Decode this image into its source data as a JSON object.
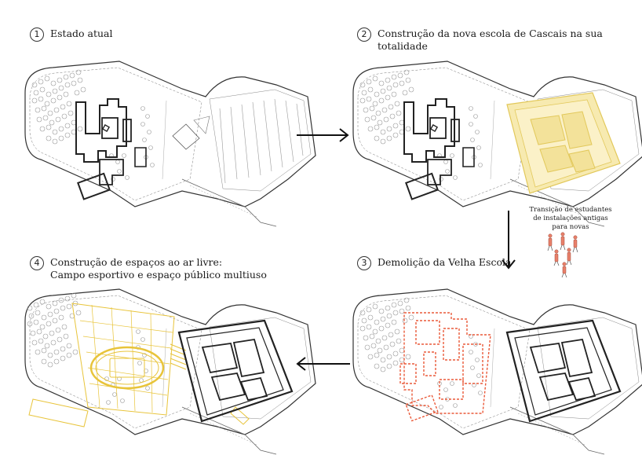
{
  "steps": [
    {
      "num": "1",
      "title": "Estado atual",
      "subtitle": ""
    },
    {
      "num": "2",
      "title": "Construção da nova escola de Cascais na sua totalidade",
      "subtitle": ""
    },
    {
      "num": "3",
      "title": "Demolição da Velha Escola",
      "subtitle": ""
    },
    {
      "num": "4",
      "title": "Construção de espaços ao ar livre:",
      "subtitle": "Campo esportivo e espaço público multiuso"
    }
  ],
  "note": {
    "line1": "Transição de estudantes",
    "line2": "de instalações antigas",
    "line3": "para novas"
  },
  "colors": {
    "line": "#333333",
    "new_school_fill": "#f7eab0",
    "new_school_stroke": "#e2c85a",
    "demolition": "#ea5a3a",
    "outdoor": "#e8c43a",
    "tree": "#9a9a9a"
  },
  "icons": [
    "arrow-right-icon",
    "arrow-down-icon",
    "arrow-left-icon",
    "students-figures-icon"
  ]
}
